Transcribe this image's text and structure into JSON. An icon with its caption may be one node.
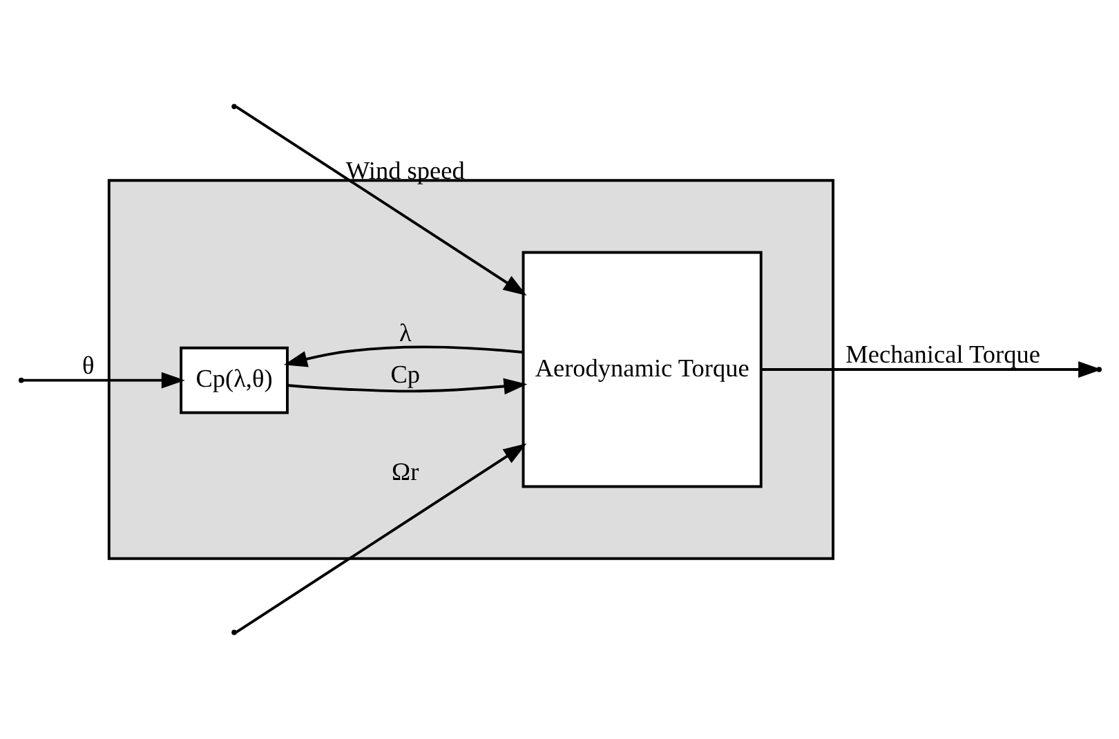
{
  "diagram": {
    "nodes": [
      {
        "text": [],
        "shape": "box"
      },
      {
        "text": [
          "Cp(λ,θ)"
        ],
        "in": 0
      },
      {
        "text": [
          "Aerodynamic Torque"
        ],
        "in": 0
      }
    ],
    "edges": [
      {
        "from": 2,
        "to": 1,
        "arrow": "to",
        "label": "λ"
      },
      {
        "from": null,
        "to": 1,
        "arrow": "to",
        "label": "θ"
      },
      {
        "from": 1,
        "to": 2,
        "arrow": "to",
        "label": "Cp"
      },
      {
        "from": null,
        "to": 2,
        "arrow": "to",
        "label": "Wind speed"
      },
      {
        "from": null,
        "to": 2,
        "arrow": "to",
        "label": "Ωr"
      },
      {
        "from": 2,
        "to": null,
        "arrow": "to",
        "label": "Mechanical Torque"
      }
    ]
  }
}
